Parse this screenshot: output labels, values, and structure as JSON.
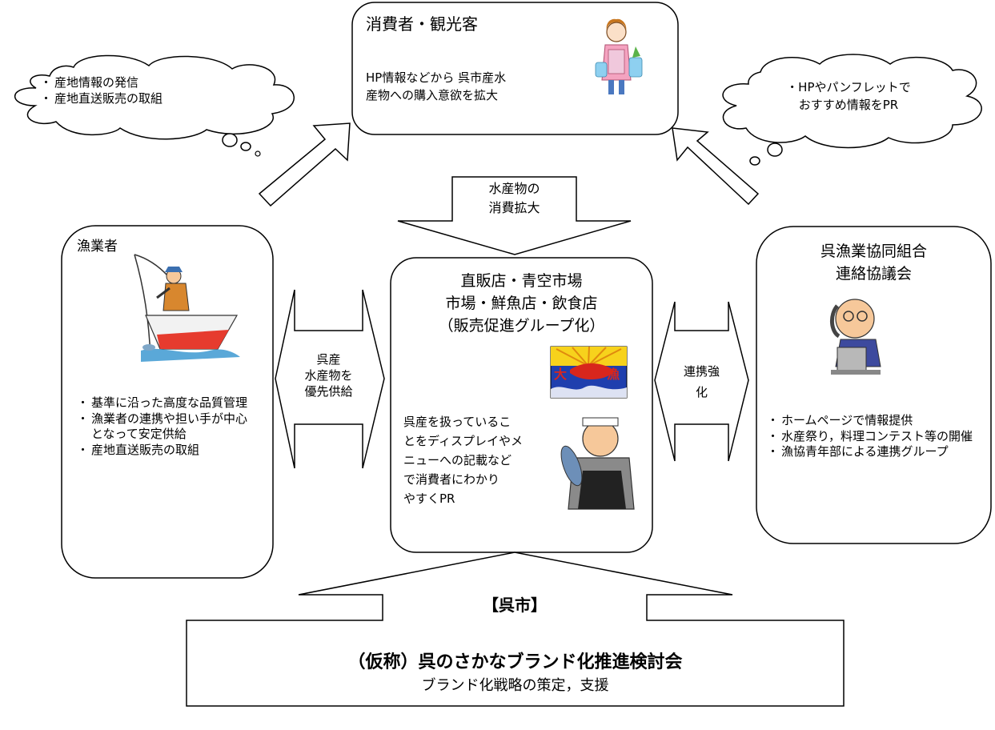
{
  "consumer": {
    "title": "消費者・観光客",
    "line1": "HP情報などから 呉市産水",
    "line2": "産物への購入意欲を拡大"
  },
  "bubble_left": {
    "items": [
      "産地情報の発信",
      "産地直送販売の取組"
    ]
  },
  "bubble_right": {
    "line1": "・HPやパンフレットで",
    "line2": "おすすめ情報をPR"
  },
  "down_arrow": {
    "line1": "水産物の",
    "line2": "消費拡大"
  },
  "fisher": {
    "title": "漁業者",
    "items": [
      "基準に沿った高度な品質管理",
      "漁業者の連携や担い手が中心となって安定供給",
      "産地直送販売の取組"
    ]
  },
  "left_arrow": {
    "line1": "呉産",
    "line2": "水産物を",
    "line3": "優先供給"
  },
  "shop": {
    "title1": "直販店・青空市場",
    "title2": "市場・鮮魚店・飲食店",
    "title3": "（販売促進グループ化）",
    "body": [
      "呉産を扱っているこ",
      "とをディスプレイやメ",
      "ニューへの記載など",
      "で消費者にわかり",
      "やすくPR"
    ],
    "flag_text": [
      "大",
      "漁"
    ]
  },
  "right_arrow": {
    "line1": "連携強",
    "line2": "化"
  },
  "coop": {
    "title1": "呉漁業協同組合",
    "title2": "連絡協議会",
    "items": [
      "ホームページで情報提供",
      "水産祭り，料理コンテスト等の開催",
      "漁協青年部による連携グループ"
    ]
  },
  "city": {
    "label": "【呉市】",
    "title": "（仮称）呉のさかなブランド化推進検討会",
    "subtitle": "ブランド化戦略の策定，支援"
  },
  "colors": {
    "boat": "#e63b2e",
    "sea": "#5aa8d8",
    "flag_bg": "#1f3fae",
    "flag_sun": "#f7d21c",
    "fish_red": "#d8261c"
  }
}
